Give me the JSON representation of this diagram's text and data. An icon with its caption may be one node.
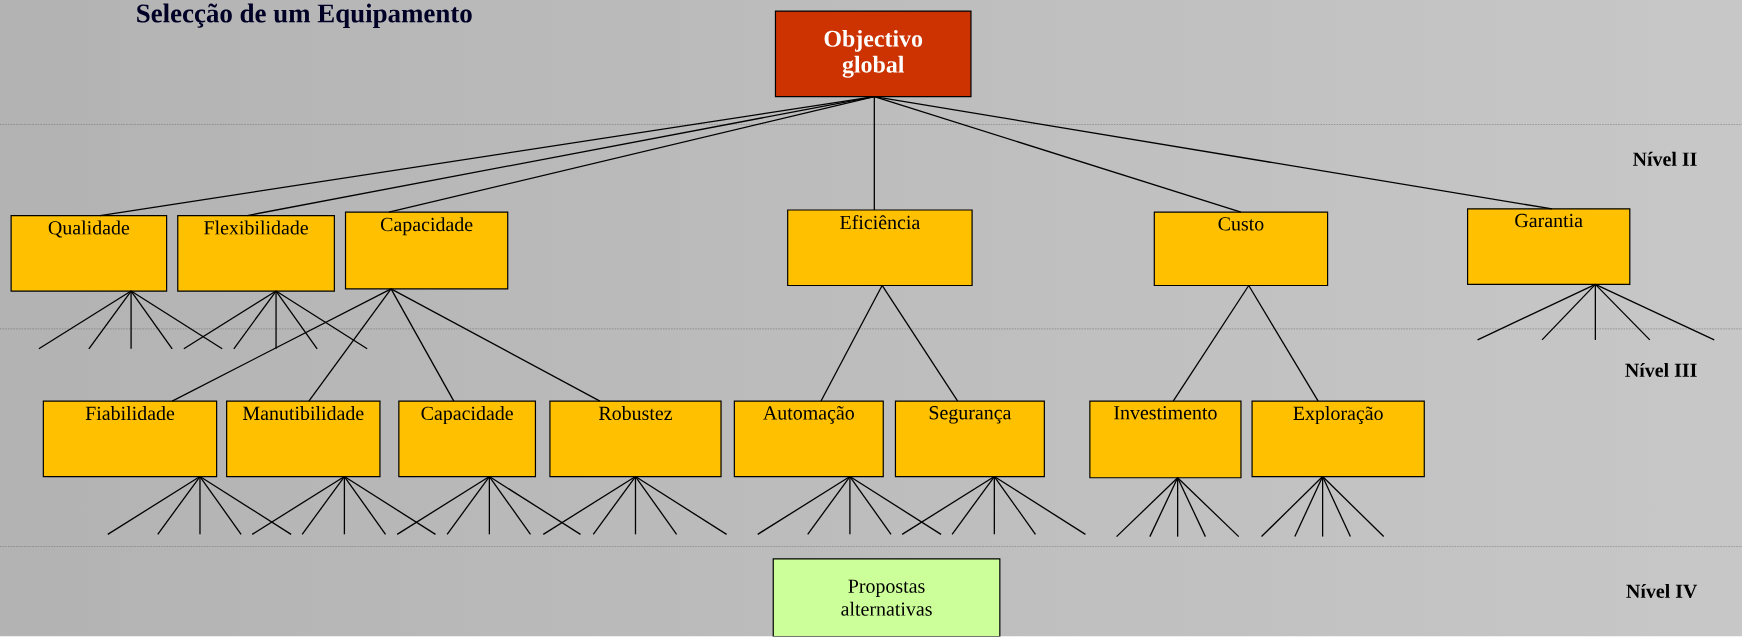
{
  "diagram": {
    "title": "Selecção de um Equipamento",
    "nodes": [
      {
        "text": [
          "Objectivo global"
        ]
      },
      {
        "text": [
          "Qualidade"
        ]
      },
      {
        "text": [
          "Flexibilidade"
        ]
      },
      {
        "text": [
          "Capacidade"
        ]
      },
      {
        "text": [
          "Eficiência"
        ]
      },
      {
        "text": [
          "Custo"
        ]
      },
      {
        "text": [
          "Garantia"
        ]
      },
      {
        "text": [
          "Fiabilidade"
        ]
      },
      {
        "text": [
          "Manutibilidade"
        ]
      },
      {
        "text": [
          "Capacidade"
        ]
      },
      {
        "text": [
          "Robustez"
        ]
      },
      {
        "text": [
          "Automação"
        ]
      },
      {
        "text": [
          "Segurança"
        ]
      },
      {
        "text": [
          "Investimento"
        ]
      },
      {
        "text": [
          "Exploração"
        ]
      },
      {
        "text": [
          "Propostas alternativas"
        ]
      }
    ],
    "edges": [
      {
        "from": 0,
        "to": 1,
        "arrow": "none"
      },
      {
        "from": 0,
        "to": 2,
        "arrow": "none"
      },
      {
        "from": 0,
        "to": 3,
        "arrow": "none"
      },
      {
        "from": 0,
        "to": 4,
        "arrow": "none"
      },
      {
        "from": 0,
        "to": 5,
        "arrow": "none"
      },
      {
        "from": 0,
        "to": 6,
        "arrow": "none"
      },
      {
        "from": 3,
        "to": 7,
        "arrow": "none"
      },
      {
        "from": 3,
        "to": 8,
        "arrow": "none"
      },
      {
        "from": 3,
        "to": 9,
        "arrow": "none"
      },
      {
        "from": 3,
        "to": 10,
        "arrow": "none"
      },
      {
        "from": 4,
        "to": 11,
        "arrow": "none"
      },
      {
        "from": 4,
        "to": 12,
        "arrow": "none"
      },
      {
        "from": 5,
        "to": 13,
        "arrow": "none"
      },
      {
        "from": 5,
        "to": 14,
        "arrow": "none"
      },
      {
        "from": 1,
        "to": null,
        "arrow": "none"
      },
      {
        "from": 1,
        "to": null,
        "arrow": "none"
      },
      {
        "from": 1,
        "to": null,
        "arrow": "none"
      },
      {
        "from": 1,
        "to": null,
        "arrow": "none"
      },
      {
        "from": 1,
        "to": null,
        "arrow": "none"
      },
      {
        "from": 2,
        "to": null,
        "arrow": "none"
      },
      {
        "from": 2,
        "to": null,
        "arrow": "none"
      },
      {
        "from": 2,
        "to": null,
        "arrow": "none"
      },
      {
        "from": 2,
        "to": null,
        "arrow": "none"
      },
      {
        "from": 2,
        "to": null,
        "arrow": "none"
      },
      {
        "from": 6,
        "to": null,
        "arrow": "none"
      },
      {
        "from": 6,
        "to": null,
        "arrow": "none"
      },
      {
        "from": 6,
        "to": null,
        "arrow": "none"
      },
      {
        "from": 6,
        "to": null,
        "arrow": "none"
      },
      {
        "from": 6,
        "to": null,
        "arrow": "none"
      },
      {
        "from": 7,
        "to": null,
        "arrow": "none"
      },
      {
        "from": 7,
        "to": null,
        "arrow": "none"
      },
      {
        "from": 7,
        "to": null,
        "arrow": "none"
      },
      {
        "from": 7,
        "to": null,
        "arrow": "none"
      },
      {
        "from": 7,
        "to": null,
        "arrow": "none"
      },
      {
        "from": 8,
        "to": null,
        "arrow": "none"
      },
      {
        "from": 8,
        "to": null,
        "arrow": "none"
      },
      {
        "from": 8,
        "to": null,
        "arrow": "none"
      },
      {
        "from": 8,
        "to": null,
        "arrow": "none"
      },
      {
        "from": 8,
        "to": null,
        "arrow": "none"
      },
      {
        "from": 9,
        "to": null,
        "arrow": "none"
      },
      {
        "from": 9,
        "to": null,
        "arrow": "none"
      },
      {
        "from": 9,
        "to": null,
        "arrow": "none"
      },
      {
        "from": 9,
        "to": null,
        "arrow": "none"
      },
      {
        "from": 9,
        "to": null,
        "arrow": "none"
      },
      {
        "from": 10,
        "to": null,
        "arrow": "none"
      },
      {
        "from": 10,
        "to": null,
        "arrow": "none"
      },
      {
        "from": 10,
        "to": null,
        "arrow": "none"
      },
      {
        "from": 10,
        "to": null,
        "arrow": "none"
      },
      {
        "from": 10,
        "to": null,
        "arrow": "none"
      },
      {
        "from": 11,
        "to": null,
        "arrow": "none"
      },
      {
        "from": 11,
        "to": null,
        "arrow": "none"
      },
      {
        "from": 11,
        "to": null,
        "arrow": "none"
      },
      {
        "from": 11,
        "to": null,
        "arrow": "none"
      },
      {
        "from": 11,
        "to": null,
        "arrow": "none"
      },
      {
        "from": 12,
        "to": null,
        "arrow": "none"
      },
      {
        "from": 12,
        "to": null,
        "arrow": "none"
      },
      {
        "from": 12,
        "to": null,
        "arrow": "none"
      },
      {
        "from": 12,
        "to": null,
        "arrow": "none"
      },
      {
        "from": 12,
        "to": null,
        "arrow": "none"
      },
      {
        "from": 13,
        "to": null,
        "arrow": "none"
      },
      {
        "from": 13,
        "to": null,
        "arrow": "none"
      },
      {
        "from": 13,
        "to": null,
        "arrow": "none"
      },
      {
        "from": 13,
        "to": null,
        "arrow": "none"
      },
      {
        "from": 13,
        "to": null,
        "arrow": "none"
      },
      {
        "from": 14,
        "to": null,
        "arrow": "none"
      },
      {
        "from": 14,
        "to": null,
        "arrow": "none"
      },
      {
        "from": 14,
        "to": null,
        "arrow": "none"
      },
      {
        "from": 14,
        "to": null,
        "arrow": "none"
      },
      {
        "from": 14,
        "to": null,
        "arrow": "none"
      }
    ],
    "labels": [
      "Nível II",
      "Nível III",
      "Nível IV"
    ]
  }
}
